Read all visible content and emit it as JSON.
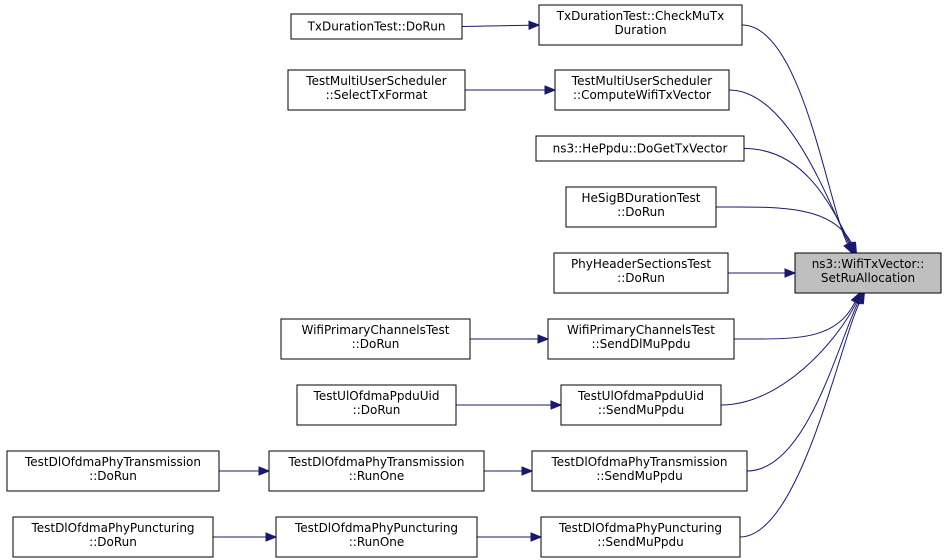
{
  "graph": {
    "root": {
      "id": "root",
      "lines": [
        "ns3::WifiTxVector::",
        "SetRuAllocation"
      ]
    },
    "nodes": [
      {
        "id": "n1",
        "lines": [
          "TxDurationTest::DoRun"
        ]
      },
      {
        "id": "n2",
        "lines": [
          "TxDurationTest::CheckMuTx",
          "Duration"
        ]
      },
      {
        "id": "n3",
        "lines": [
          "TestMultiUserScheduler",
          "::SelectTxFormat"
        ]
      },
      {
        "id": "n4",
        "lines": [
          "TestMultiUserScheduler",
          "::ComputeWifiTxVector"
        ]
      },
      {
        "id": "n5",
        "lines": [
          "ns3::HePpdu::DoGetTxVector"
        ]
      },
      {
        "id": "n6",
        "lines": [
          "HeSigBDurationTest",
          "::DoRun"
        ]
      },
      {
        "id": "n7",
        "lines": [
          "PhyHeaderSectionsTest",
          "::DoRun"
        ]
      },
      {
        "id": "n8",
        "lines": [
          "WifiPrimaryChannelsTest",
          "::DoRun"
        ]
      },
      {
        "id": "n9",
        "lines": [
          "WifiPrimaryChannelsTest",
          "::SendDlMuPpdu"
        ]
      },
      {
        "id": "n10",
        "lines": [
          "TestUlOfdmaPpduUid",
          "::DoRun"
        ]
      },
      {
        "id": "n11",
        "lines": [
          "TestUlOfdmaPpduUid",
          "::SendMuPpdu"
        ]
      },
      {
        "id": "n12",
        "lines": [
          "TestDlOfdmaPhyTransmission",
          "::DoRun"
        ]
      },
      {
        "id": "n13",
        "lines": [
          "TestDlOfdmaPhyTransmission",
          "::RunOne"
        ]
      },
      {
        "id": "n14",
        "lines": [
          "TestDlOfdmaPhyTransmission",
          "::SendMuPpdu"
        ]
      },
      {
        "id": "n15",
        "lines": [
          "TestDlOfdmaPhyPuncturing",
          "::DoRun"
        ]
      },
      {
        "id": "n16",
        "lines": [
          "TestDlOfdmaPhyPuncturing",
          "::RunOne"
        ]
      },
      {
        "id": "n17",
        "lines": [
          "TestDlOfdmaPhyPuncturing",
          "::SendMuPpdu"
        ]
      }
    ],
    "edges": [
      {
        "from": "n1",
        "to": "n2"
      },
      {
        "from": "n3",
        "to": "n4"
      },
      {
        "from": "n8",
        "to": "n9"
      },
      {
        "from": "n10",
        "to": "n11"
      },
      {
        "from": "n12",
        "to": "n13"
      },
      {
        "from": "n13",
        "to": "n14"
      },
      {
        "from": "n15",
        "to": "n16"
      },
      {
        "from": "n16",
        "to": "n17"
      },
      {
        "from": "n2",
        "to": "root"
      },
      {
        "from": "n4",
        "to": "root"
      },
      {
        "from": "n5",
        "to": "root"
      },
      {
        "from": "n6",
        "to": "root"
      },
      {
        "from": "n7",
        "to": "root"
      },
      {
        "from": "n9",
        "to": "root"
      },
      {
        "from": "n11",
        "to": "root"
      },
      {
        "from": "n14",
        "to": "root"
      },
      {
        "from": "n17",
        "to": "root"
      }
    ],
    "colors": {
      "edge": "#191970",
      "root_fill": "#bfbfbf",
      "node_fill": "#ffffff",
      "border": "#000000"
    }
  }
}
